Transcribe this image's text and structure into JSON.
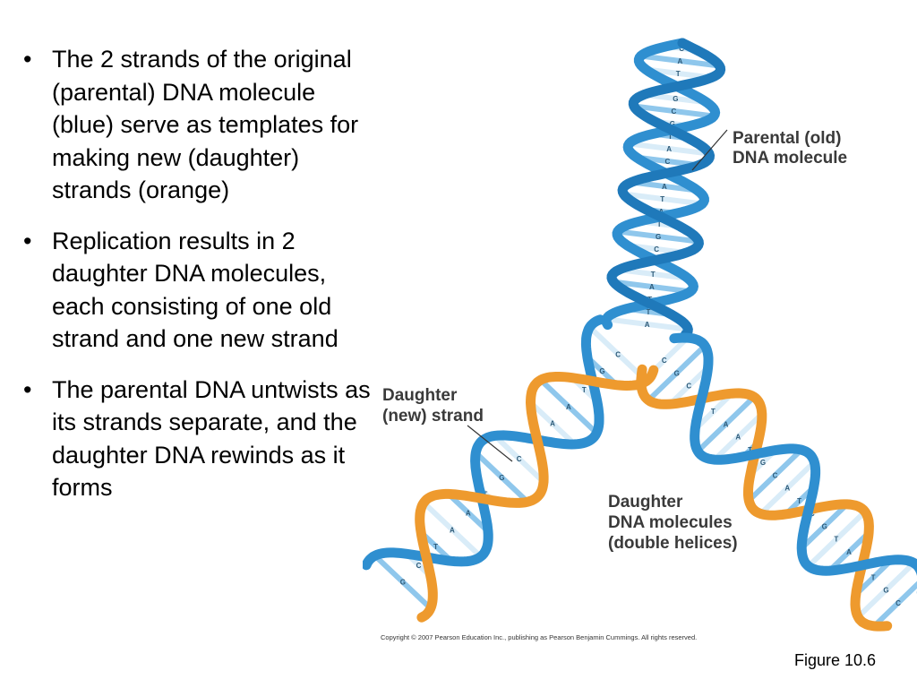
{
  "bullets": [
    "The 2 strands of the original (parental) DNA molecule (blue) serve as templates for making new (daughter) strands (orange)",
    "Replication results in 2 daughter DNA molecules, each consisting of one old strand and one new strand",
    "The parental DNA untwists as its strands separate, and the daughter DNA rewinds as it forms"
  ],
  "bullet_symbol": "•",
  "figure": {
    "labels": {
      "parental_line1": "Parental (old)",
      "parental_line2": "DNA molecule",
      "daughter_strand_line1": "Daughter",
      "daughter_strand_line2": "(new) strand",
      "daughter_molecules_line1": "Daughter",
      "daughter_molecules_line2": "DNA molecules",
      "daughter_molecules_line3": "(double helices)"
    },
    "base_pairs": {
      "parental": [
        "C",
        "A",
        "T",
        "C",
        "G",
        "C",
        "G",
        "T",
        "A",
        "C",
        "G",
        "A",
        "T",
        "A",
        "T",
        "G",
        "C",
        "A",
        "T",
        "A",
        "T",
        "T",
        "A"
      ],
      "left_daughter": [
        "C",
        "G",
        "T",
        "A",
        "A",
        "T",
        "C",
        "G",
        "T",
        "A",
        "A",
        "T",
        "C",
        "G"
      ],
      "right_daughter": [
        "C",
        "G",
        "C",
        "G",
        "T",
        "A",
        "A",
        "T",
        "G",
        "C",
        "A",
        "T",
        "C",
        "G",
        "T",
        "A",
        "A",
        "T",
        "G",
        "C"
      ]
    },
    "colors": {
      "parental_blue": "#2f8fd0",
      "parental_light": "#8fc7ec",
      "daughter_orange": "#ee9a2e",
      "daughter_light": "#f7c67e",
      "label_gray": "#3a3a3a"
    }
  },
  "copyright": "Copyright © 2007 Pearson Education Inc., publishing as Pearson Benjamin Cummings. All rights reserved.",
  "caption": "Figure 10.6"
}
